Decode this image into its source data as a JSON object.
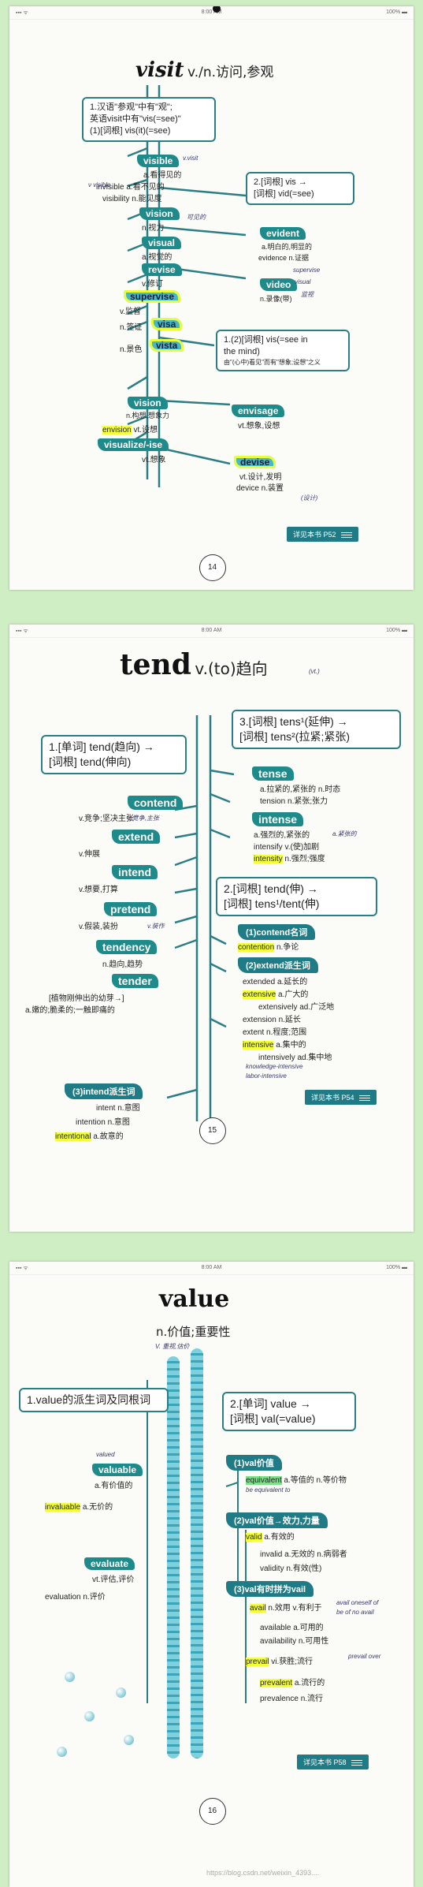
{
  "status": {
    "left": "▪▪▪ ᯤ",
    "time": "8:00 AM",
    "battery": "100% ▬"
  },
  "page1": {
    "word": "visit",
    "pos": "v./n.访问,参观",
    "intro_box": [
      "1.汉语\"参观\"中有\"观\";",
      "英语visit中有\"vis(=see)\"",
      "(1)[词根] vis(it)(=see)"
    ],
    "visible": "visible",
    "visible_mean": "a.看得见的",
    "invisible": "invisible a.看不见的",
    "visibility": "visibility n.能见度",
    "vision": "vision",
    "vision_mean": "n.视力",
    "visual": "visual",
    "visual_mean": "a.视觉的",
    "revise": "revise",
    "revise_mean": "v.修订",
    "supervise": "supervise",
    "supervise_mean": "v.监督",
    "visa": "visa",
    "visa_mean": "n.签证",
    "vista": "vista",
    "vista_mean": "n.景色",
    "box2": [
      "2.[词根] vis →",
      "[词根] vid(=see)"
    ],
    "evident": "evident",
    "evident_mean": "a.明白的,明显的",
    "evidence": "evidence n.证据",
    "video": "video",
    "video_mean": "n.录像(带)",
    "box3": [
      "1.(2)[词根] vis(=see in",
      "the mind)"
    ],
    "box3_note": "由\"(心中)看见\"而有\"想象;设想\"之义",
    "vision2": "vision",
    "vision2_mean": "n.构想,想象力",
    "envision": "envision",
    "envision_mean": "vt.设想",
    "visualize": "visualize/-ise",
    "visualize_mean": "vt.想象",
    "envisage": "envisage",
    "envisage_mean": "vt.想象,设想",
    "devise": "devise",
    "devise_mean": "vt.设计,发明",
    "device": "device n.装置",
    "ref": "详见本书 P52",
    "pagenum": "14",
    "hand_notes": [
      "ν visible",
      "v.visit",
      "可见的",
      "supervise",
      "visual",
      "监视",
      "(设计)"
    ]
  },
  "page2": {
    "word": "tend",
    "pos": "v.(to)趋向",
    "box1": [
      "1.[单词] tend(趋向) →",
      "[词根] tend(伸向)"
    ],
    "contend": "contend",
    "contend_mean": "v.竞争;坚决主张",
    "extend": "extend",
    "extend_mean": "v.伸展",
    "intend": "intend",
    "intend_mean": "v.想要,打算",
    "pretend": "pretend",
    "pretend_mean": "v.假装,装扮",
    "tendency": "tendency",
    "tendency_mean": "n.趋向,趋势",
    "tender": "tender",
    "tender_note": "[植物刚伸出的幼芽→]",
    "tender_mean": "a.嫩的;脆柔的;一触即痛的",
    "sec3": "(3)intend派生词",
    "intent": "intent",
    "intent_mean": "n.意图",
    "intention": "intention",
    "intention_mean": "n.意图",
    "intentional": "intentional",
    "intentional_mean": "a.故意的",
    "box3": [
      "3.[词根] tens¹(延伸) →",
      "[词根] tens²(拉紧;紧张)"
    ],
    "tense": "tense",
    "tense_mean": "a.拉紧的,紧张的 n.时态",
    "tension": "tension",
    "tension_mean": "n.紧张;张力",
    "intense": "intense",
    "intense_mean": "a.强烈的,紧张的",
    "intensify": "intensify",
    "intensify_mean": "v.(使)加剧",
    "intensity": "intensity",
    "intensity_mean": "n.强烈;强度",
    "box2": [
      "2.[词根] tend(伸) →",
      "[词根] tens¹/tent(伸)"
    ],
    "sec1": "(1)contend名词",
    "contention": "contention",
    "contention_mean": "n.争论",
    "sec2": "(2)extend派生词",
    "extended": "extended",
    "extended_mean": "a.延长的",
    "extensive": "extensive",
    "extensive_mean": "a.广大的",
    "extensively": "extensively",
    "extensively_mean": "ad.广泛地",
    "extension": "extension",
    "extension_mean": "n.延长",
    "extent": "extent",
    "extent_mean": "n.程度;范围",
    "intensive": "intensive",
    "intensive_mean": "a.集中的",
    "intensively": "intensively",
    "intensively_mean": "ad.集中地",
    "ref": "详见本书 P54",
    "pagenum": "15",
    "hand_notes": [
      "(vt.)",
      "v.竞争,主张",
      "a.紧张的",
      "v.装作",
      "knowledge-intensive",
      "labor-intensive"
    ]
  },
  "page3": {
    "word": "value",
    "pos": "n.价值;重要性",
    "box1": "1.value的派生词及同根词",
    "box2": [
      "2.[单词] value →",
      "[词根] val(=value)"
    ],
    "valuable": "valuable",
    "valuable_mean": "a.有价值的",
    "invaluable": "invaluable",
    "invaluable_mean": "a.无价的",
    "evaluate": "evaluate",
    "evaluate_mean": "vt.评估,评价",
    "evaluation": "evaluation",
    "evaluation_mean": "n.评价",
    "sec1": "(1)val价值",
    "equivalent": "equivalent",
    "equivalent_mean": "a.等值的 n.等价物",
    "sec2": "(2)val价值→效力,力量",
    "valid": "valid",
    "valid_mean": "a.有效的",
    "invalid": "invalid",
    "invalid_mean": "a.无效的 n.病弱者",
    "validity": "validity",
    "validity_mean": "n.有效(性)",
    "sec3": "(3)val有时拼为vail",
    "avail": "avail",
    "avail_mean": "n.效用 v.有利于",
    "available": "available",
    "available_mean": "a.可用的",
    "availability": "availability",
    "availability_mean": "n.可用性",
    "prevail": "prevail",
    "prevail_mean": "vi.获胜;流行",
    "prevalent": "prevalent",
    "prevalent_mean": "a.流行的",
    "prevalence": "prevalence",
    "prevalence_mean": "n.流行",
    "ref": "详见本书 P58",
    "pagenum": "16",
    "hand_notes": [
      "V. 重视,估价",
      "valued",
      "be equivalent to",
      "avail oneself of",
      "be of no avail",
      "prevail over"
    ],
    "watermark": "https://blog.csdn.net/weixin_4393...."
  }
}
